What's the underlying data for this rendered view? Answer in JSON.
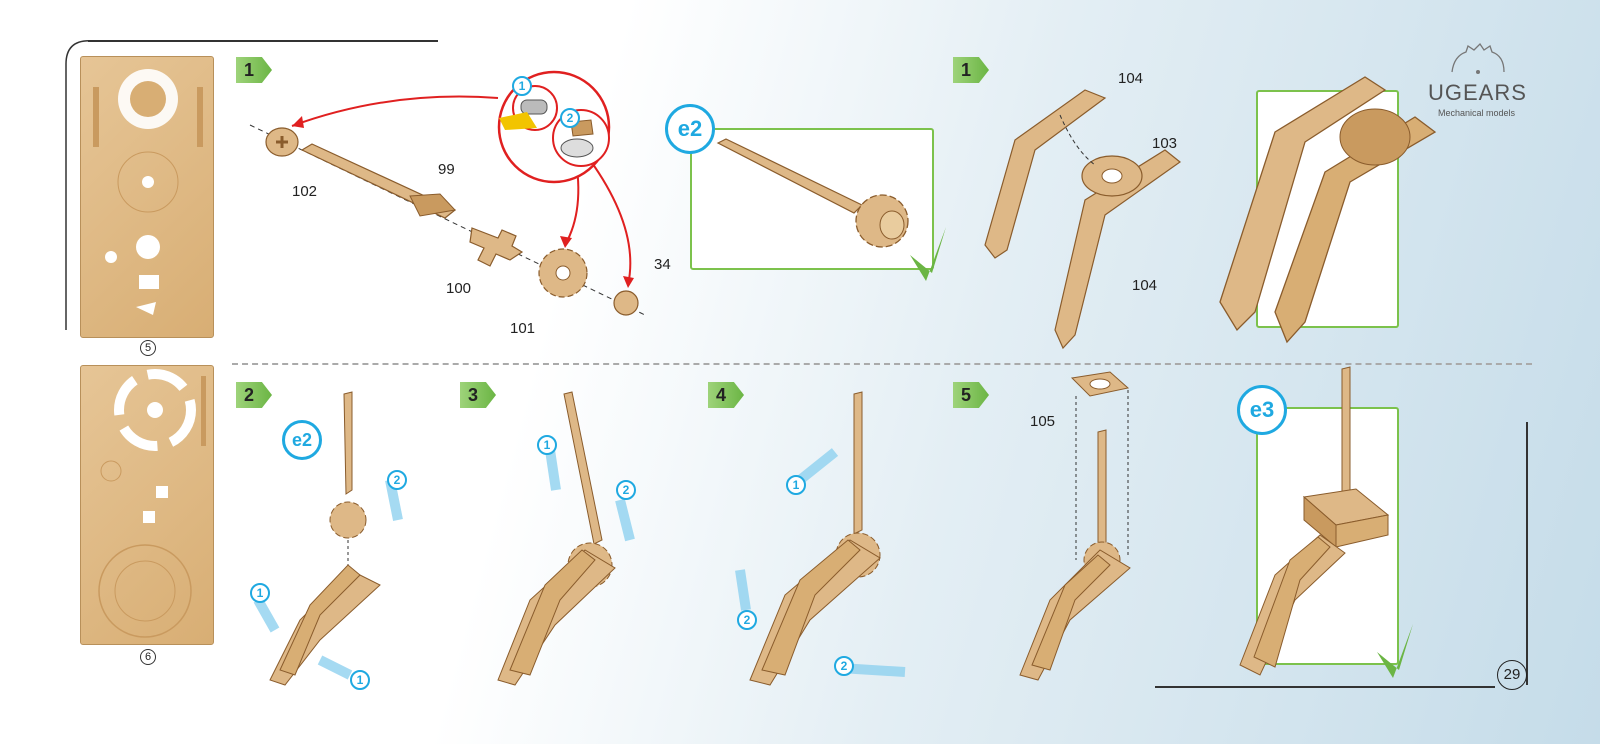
{
  "logo": {
    "brand": "UGEARS",
    "tagline": "Mechanical models"
  },
  "page_number": "29",
  "sheets": [
    {
      "number": "5"
    },
    {
      "number": "6"
    }
  ],
  "top_row": {
    "step_a": "1",
    "step_b": "1",
    "detail_markers": [
      "1",
      "2"
    ],
    "parts": [
      "102",
      "99",
      "100",
      "101",
      "34",
      "104",
      "103",
      "104"
    ],
    "check_badge": "e2"
  },
  "bottom_row": {
    "steps": [
      "2",
      "3",
      "4",
      "5"
    ],
    "inline_badge": "e2",
    "step2_arrows": [
      "1",
      "2",
      "1"
    ],
    "step3_arrows": [
      "1",
      "2"
    ],
    "step4_arrows": [
      "1",
      "2",
      "2"
    ],
    "part": "105",
    "check_badge": "e3"
  },
  "colors": {
    "wood": "#deb887",
    "wood_dark": "#b8864a",
    "accent_blue": "#1fa9e1",
    "check_green": "#6bb544",
    "arrow_red": "#e02020"
  }
}
